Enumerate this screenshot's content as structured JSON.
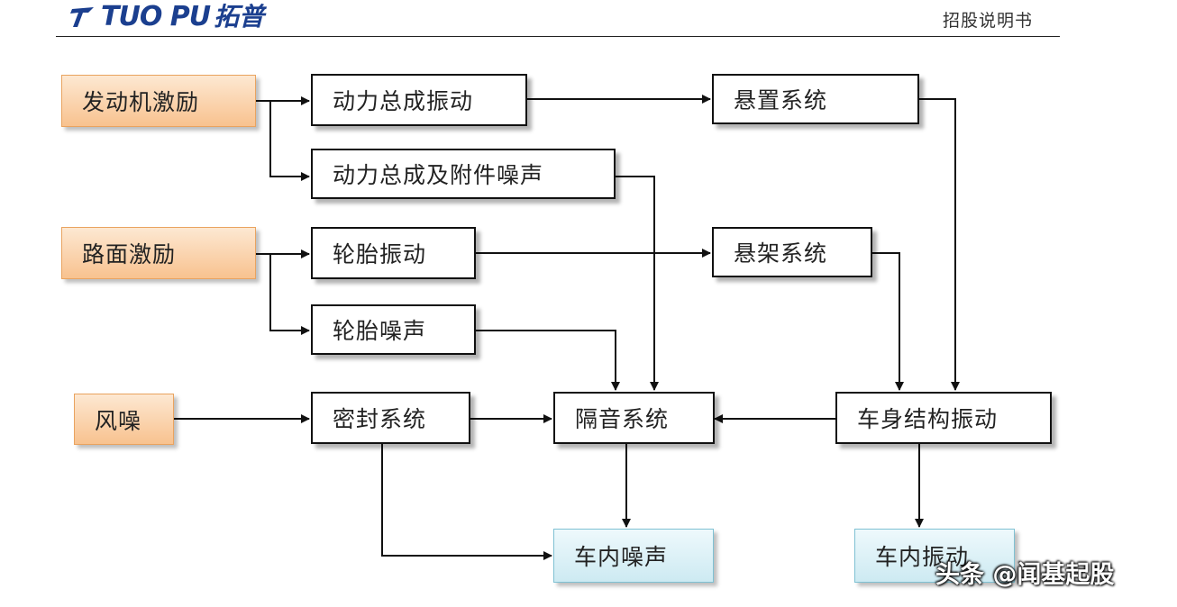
{
  "header": {
    "logo_en": "TUO PU",
    "logo_cn": "拓普",
    "doc_title": "招股说明书"
  },
  "colors": {
    "source_fill": "#f8c28f",
    "output_fill": "#cdeaf2",
    "logo_blue": "#1b3f8f",
    "line": "#111111"
  },
  "nodes": {
    "engine_excitation": "发动机激励",
    "powertrain_vibration": "动力总成振动",
    "mount_system": "悬置系统",
    "powertrain_noise": "动力总成及附件噪声",
    "road_excitation": "路面激励",
    "tire_vibration": "轮胎振动",
    "suspension_system": "悬架系统",
    "tire_noise": "轮胎噪声",
    "wind_noise": "风噪",
    "sealing_system": "密封系统",
    "sound_insulation_system": "隔音系统",
    "body_structure_vibration": "车身结构振动",
    "interior_noise": "车内噪声",
    "interior_vibration": "车内振动"
  },
  "watermark": "头条 @闻基起股"
}
